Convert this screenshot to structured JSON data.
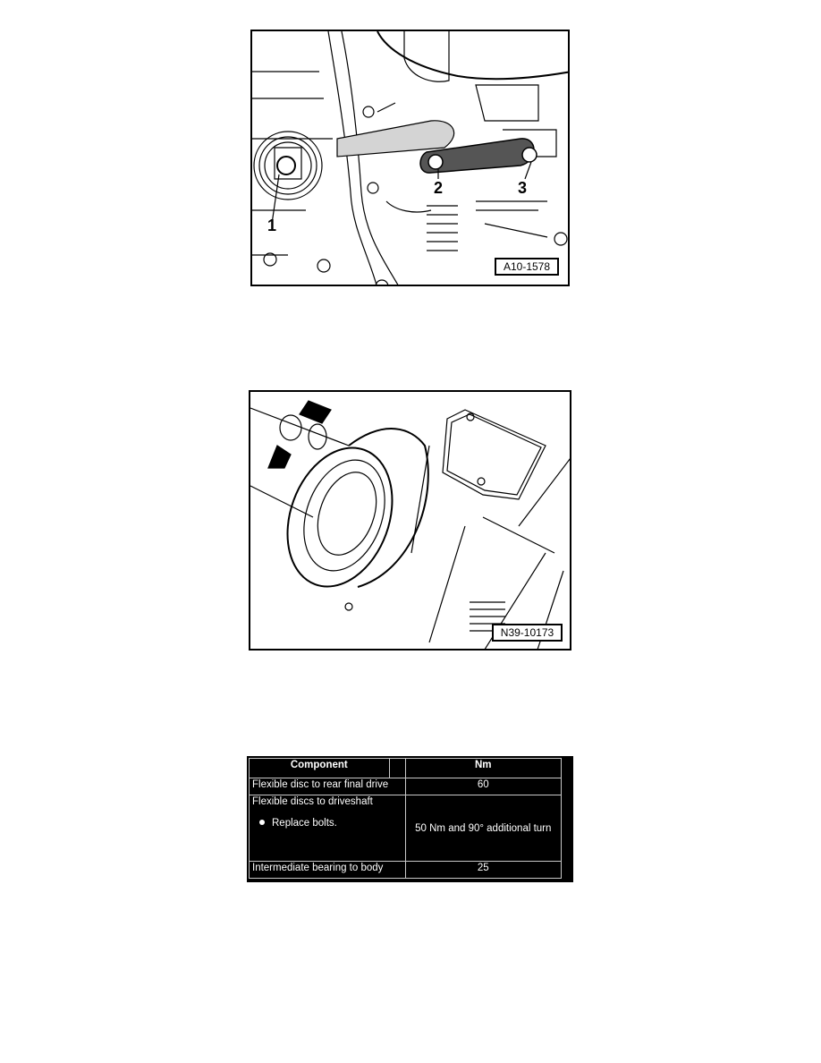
{
  "figures": [
    {
      "id_label": "A10-1578",
      "callouts": [
        "1",
        "2",
        "3"
      ]
    },
    {
      "id_label": "N39-10173",
      "arrows": 2
    }
  ],
  "torque_table": {
    "headers": [
      "Component",
      "Nm"
    ],
    "rows": [
      {
        "component": "Flexible disc to rear final drive",
        "note": "",
        "nm": "60"
      },
      {
        "component": "Flexible discs to driveshaft",
        "note": "Replace bolts.",
        "nm": "50 Nm and 90° additional turn"
      },
      {
        "component": "Intermediate bearing to body",
        "note": "",
        "nm": "25"
      }
    ]
  }
}
